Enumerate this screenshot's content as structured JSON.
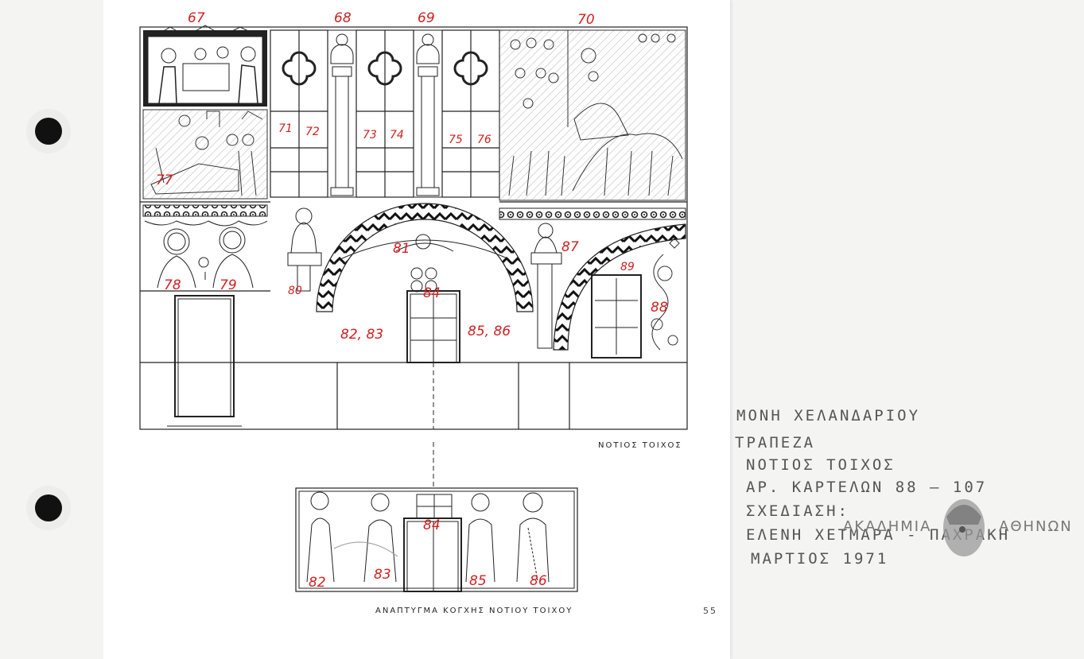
{
  "numbers": {
    "n67": "67",
    "n68": "68",
    "n69": "69",
    "n70": "70",
    "n71": "71",
    "n72": "72",
    "n73": "73",
    "n74": "74",
    "n75": "75",
    "n76": "76",
    "n77": "77",
    "n78": "78",
    "n79": "79",
    "n80": "80",
    "n81": "81",
    "n82_83": "82, 83",
    "n84": "84",
    "n85_86": "85, 86",
    "n87": "87",
    "n88": "88",
    "n89": "89",
    "b82": "82",
    "b83": "83",
    "b84": "84",
    "b85": "85",
    "b86": "86"
  },
  "captions": {
    "south_wall": "ΝΟΤΙΟΣ ΤΟΙΧΟΣ",
    "apse": "ΑΝΑΠΤΥΓΜΑ ΚΟΓΧΗΣ ΝΟΤΙΟΥ ΤΟΙΧΟΥ",
    "page_number": "55"
  },
  "notes": {
    "line1": "ΜΟΝΗ ΧΕΛΑΝΔΑΡΙΟΥ",
    "line2": "ΤΡΑΠΕΖΑ",
    "line3": "ΝΟΤΙΟΣ ΤΟΙΧΟΣ",
    "line4": "ΑΡ. ΚΑΡΤΕΛΩΝ 88 — 107",
    "line5": "ΣΧΕΔΙΑΣΗ:",
    "line6": "ΕΛΕΝΗ ΧΕΤΜΑΡΑ - ΠΑΧΡΑΚΗ",
    "line7": "ΜΑΡΤΙΟΣ 1971"
  },
  "stamp": {
    "left": "ΑΚΑΔΗΜΙΑ",
    "right": "ΑΘΗΝΩΝ"
  },
  "colors": {
    "annotation": "#d21f1f",
    "ink": "#222222",
    "pencil": "#555555"
  }
}
